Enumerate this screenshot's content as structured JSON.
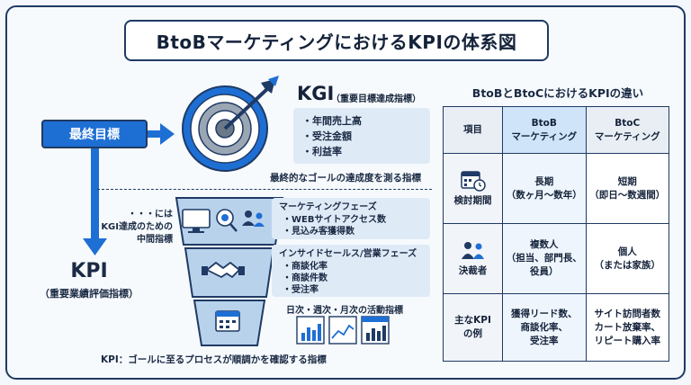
{
  "title": "BtoBマーケティングにおけるKPIの体系図",
  "final_goal": "最終目標",
  "kgi": {
    "label": "KGI",
    "sublabel": "（重要目標達成指標）",
    "items": [
      "・年間売上高",
      "・受注金額",
      "・利益率"
    ],
    "note": "最終的なゴールの達成度を測る指標"
  },
  "middle_label": [
    "・・・には",
    "KGI達成のための",
    "中間指標"
  ],
  "kpi": {
    "label": "KPI",
    "sublabel": "（重要業績評価指標）",
    "note": "KPI：ゴールに至るプロセスが順調かを確認する指標"
  },
  "phases": [
    {
      "title": "マーケティングフェーズ",
      "items": [
        "・WEBサイトアクセス数",
        "・見込み客獲得数"
      ]
    },
    {
      "title": "インサイドセールス/営業フェーズ",
      "items": [
        "・商談化率",
        "・商談件数",
        "・受注率"
      ]
    },
    {
      "title": "日次・週次・月次の活動指標",
      "items": []
    }
  ],
  "comparison": {
    "title": "BtoBとBtoCにおけるKPIの違い",
    "headers": {
      "item": "項目",
      "btob": [
        "BtoB",
        "マーケティング"
      ],
      "btoc": [
        "BtoC",
        "マーケティング"
      ]
    },
    "rows": [
      {
        "label": "検討期間",
        "icon": "calendar-clock-icon",
        "btob": [
          "長期",
          "（数ヶ月〜数年）"
        ],
        "btoc": [
          "短期",
          "（即日〜数週間）"
        ]
      },
      {
        "label": "決裁者",
        "icon": "people-icon",
        "btob": [
          "複数人",
          "（担当、部門長、",
          "役員）"
        ],
        "btoc": [
          "個人",
          "（または家族）"
        ]
      },
      {
        "label": [
          "主なKPI",
          "の例"
        ],
        "icon": "",
        "btob": [
          "獲得リード数、",
          "商談化率、",
          "受注率"
        ],
        "btoc": [
          "サイト訪問者数",
          "カート放棄率、",
          "リピート購入率"
        ]
      }
    ]
  },
  "colors": {
    "navy": "#1f3a64",
    "accent": "#1e6fd4",
    "light": "#dfeaf7",
    "funnel": "#b9d2ec"
  }
}
